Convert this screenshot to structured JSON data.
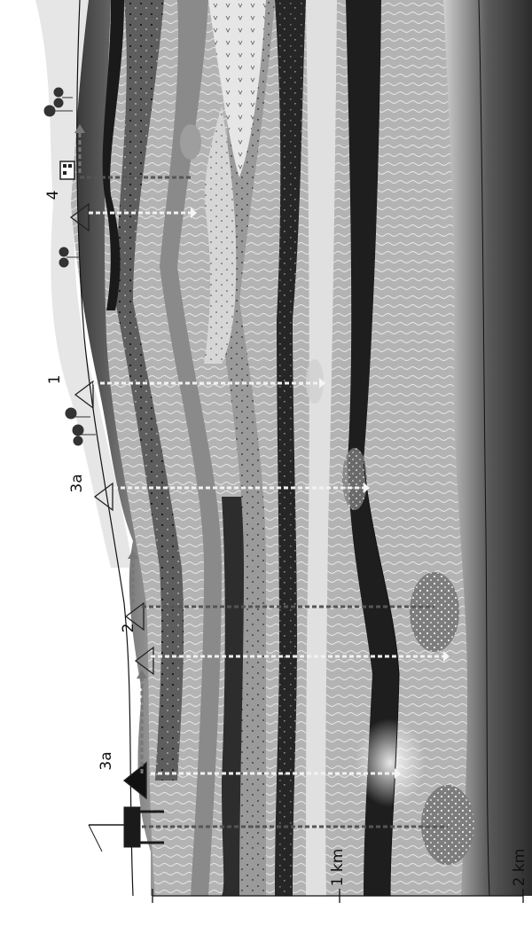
{
  "labels": {
    "site_1": "1",
    "site_2": "2",
    "site_3a_top": "3a",
    "site_3a_bottom": "3a",
    "site_4": "4"
  },
  "scale": {
    "depth_1": "1 km",
    "depth_2": "2 km"
  }
}
